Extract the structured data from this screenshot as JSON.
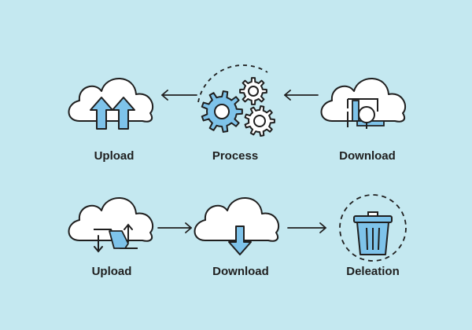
{
  "row1": {
    "step1": {
      "label": "Upload",
      "icon": "cloud-upload-icon"
    },
    "step2": {
      "label": "Process",
      "icon": "gears-icon"
    },
    "step3": {
      "label": "Download",
      "icon": "cloud-sync-icon"
    }
  },
  "row2": {
    "step1": {
      "label": "Upload",
      "icon": "cloud-transfer-icon"
    },
    "step2": {
      "label": "Download",
      "icon": "cloud-download-icon"
    },
    "step3": {
      "label": "Deleation",
      "icon": "trash-icon"
    }
  },
  "colors": {
    "background": "#c4e8f0",
    "icon_fill": "#7ec3ea",
    "cloud_fill": "#ffffff",
    "stroke": "#1f1f1f"
  }
}
